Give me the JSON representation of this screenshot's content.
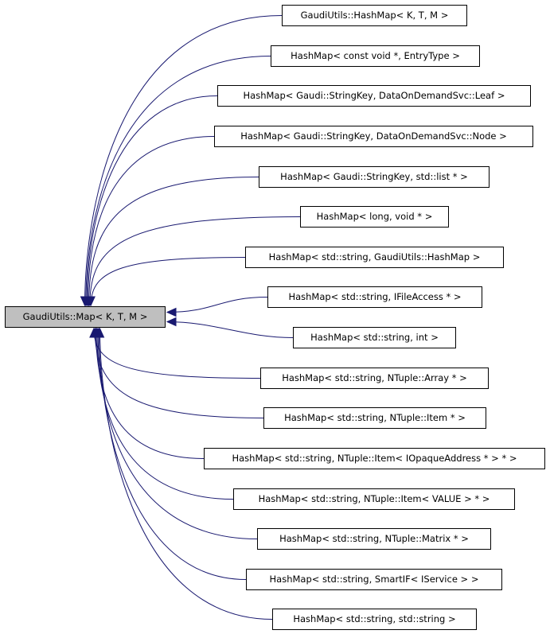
{
  "base": {
    "label": "GaudiUtils::Map< K, T, M >"
  },
  "derived": [
    {
      "label": "GaudiUtils::HashMap< K, T, M >"
    },
    {
      "label": "HashMap< const void *, EntryType >"
    },
    {
      "label": "HashMap< Gaudi::StringKey, DataOnDemandSvc::Leaf >"
    },
    {
      "label": "HashMap< Gaudi::StringKey, DataOnDemandSvc::Node >"
    },
    {
      "label": "HashMap< Gaudi::StringKey, std::list * >"
    },
    {
      "label": "HashMap< long, void * >"
    },
    {
      "label": "HashMap< std::string, GaudiUtils::HashMap >"
    },
    {
      "label": "HashMap< std::string, IFileAccess * >"
    },
    {
      "label": "HashMap< std::string, int >"
    },
    {
      "label": "HashMap< std::string, NTuple::Array * >"
    },
    {
      "label": "HashMap< std::string, NTuple::Item * >"
    },
    {
      "label": "HashMap< std::string, NTuple::Item< IOpaqueAddress * > * >"
    },
    {
      "label": "HashMap< std::string, NTuple::Item< VALUE > * >"
    },
    {
      "label": "HashMap< std::string, NTuple::Matrix * >"
    },
    {
      "label": "HashMap< std::string, SmartIF< IService > >"
    },
    {
      "label": "HashMap< std::string, std::string >"
    }
  ],
  "colors": {
    "edge": "#191970",
    "base_fill": "#bfbfbf",
    "node_fill": "#ffffff",
    "border": "#000000"
  }
}
